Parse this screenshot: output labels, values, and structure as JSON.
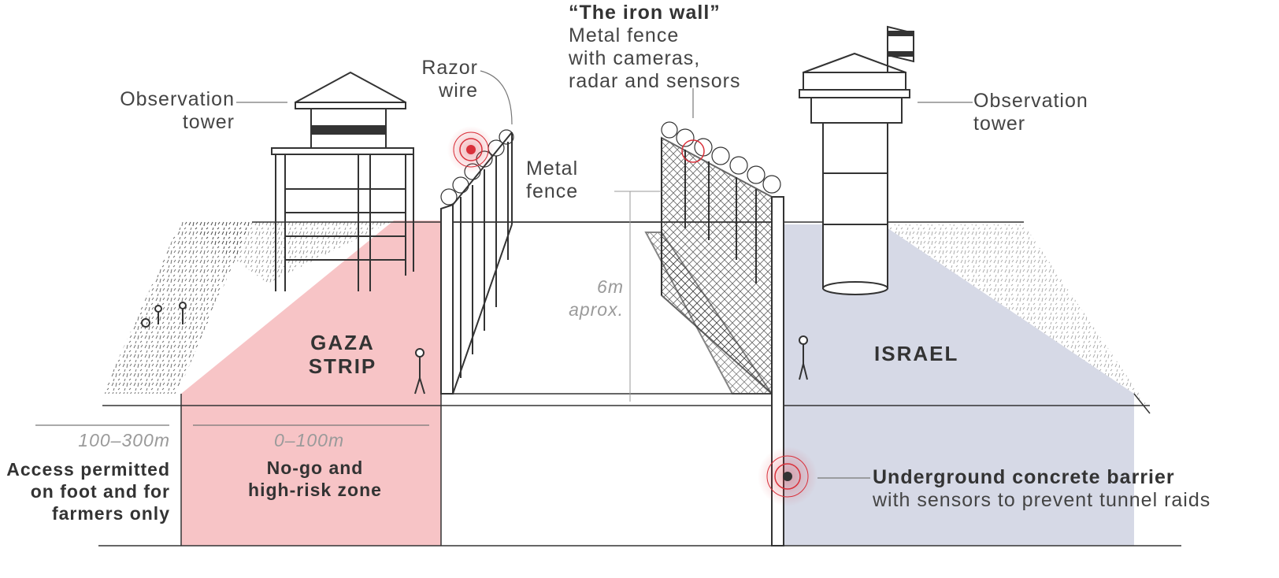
{
  "labels": {
    "obs_tower_left": [
      "Observation",
      "tower"
    ],
    "razor_wire": [
      "Razor",
      "wire"
    ],
    "iron_wall_title": "“The iron wall”",
    "iron_wall_desc": [
      "Metal fence",
      "with cameras,",
      "radar and sensors"
    ],
    "obs_tower_right": [
      "Observation",
      "tower"
    ],
    "metal_fence": [
      "Metal",
      "fence"
    ],
    "height": [
      "6m",
      "aprox."
    ],
    "gaza_strip": [
      "GAZA",
      "STRIP"
    ],
    "israel": "ISRAEL",
    "range_access": "100–300m",
    "access_desc": [
      "Access permitted",
      "on foot and for",
      "farmers only"
    ],
    "range_nogo": "0–100m",
    "nogo_desc": [
      "No-go and",
      "high-risk zone"
    ],
    "barrier_title": "Underground concrete barrier",
    "barrier_desc": "with sensors to prevent tunnel raids"
  },
  "colors": {
    "gaza_zone": "#f7c4c6",
    "israel_zone": "#d6d9e6",
    "sensor_red": "#d9303a",
    "ink": "#333333",
    "muted_text": "#9a9a9a"
  }
}
